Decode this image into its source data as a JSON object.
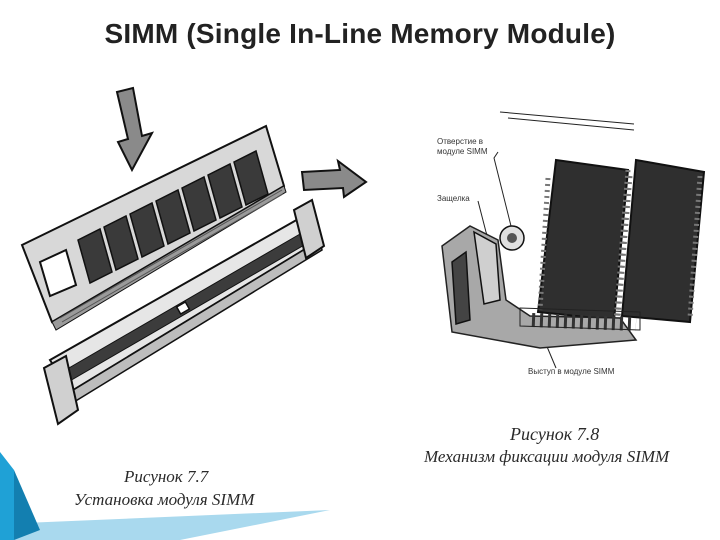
{
  "title": "SIMM (Single In-Line Memory Module)",
  "figure_left": {
    "caption_number": "Рисунок 7.7",
    "caption_text": "Установка модуля SIMM"
  },
  "figure_right": {
    "caption_number": "Рисунок 7.8",
    "caption_text": "Механизм фиксации модуля SIMM",
    "label_hole_line1": "Отверстие в",
    "label_hole_line2": "модуле SIMM",
    "label_latch": "Защелка",
    "label_tab": "Выступ в модуле SIMM"
  },
  "colors": {
    "accent": "#1fa1d6",
    "accent_light": "#a9d9ee",
    "text": "#222222"
  }
}
